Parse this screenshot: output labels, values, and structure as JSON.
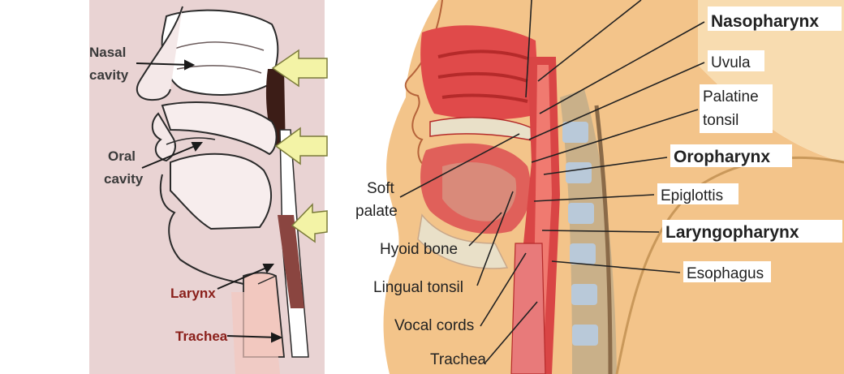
{
  "left_panel": {
    "labels": {
      "nasal_line1": "Nasal",
      "nasal_line2": "cavity",
      "oral_line1": "Oral",
      "oral_line2": "cavity",
      "larynx": "Larynx",
      "trachea": "Trachea"
    },
    "colors": {
      "label": "#3a3a3a",
      "label_red": "#8a1f1a",
      "arrow_fill": "#f3f3a6",
      "arrow_stroke": "#7b7b3a",
      "tissue": "#e5cfcf",
      "nasopharynx": "#3c1d17",
      "trachea_tissue": "#f2c8bf"
    }
  },
  "right_panel": {
    "labels": {
      "nasopharynx": "Nasopharynx",
      "uvula": "Uvula",
      "palatine_line1": "Palatine",
      "palatine_line2": "tonsil",
      "oropharynx": "Oropharynx",
      "epiglottis": "Epiglottis",
      "laryngopharynx": "Laryngopharynx",
      "esophagus": "Esophagus",
      "soft_palate_line1": "Soft",
      "soft_palate_line2": "palate",
      "hyoid_bone": "Hyoid bone",
      "lingual_tonsil": "Lingual tonsil",
      "vocal_cords": "Vocal cords",
      "trachea": "Trachea"
    },
    "colors": {
      "skin": "#f3c48a",
      "skin_light": "#f8dcb0",
      "muscle": "#e04a4a",
      "muscle_dark": "#b52a2a",
      "bone": "#e9e0c8",
      "vertebra": "#b9c9d9",
      "label": "#222222"
    }
  }
}
